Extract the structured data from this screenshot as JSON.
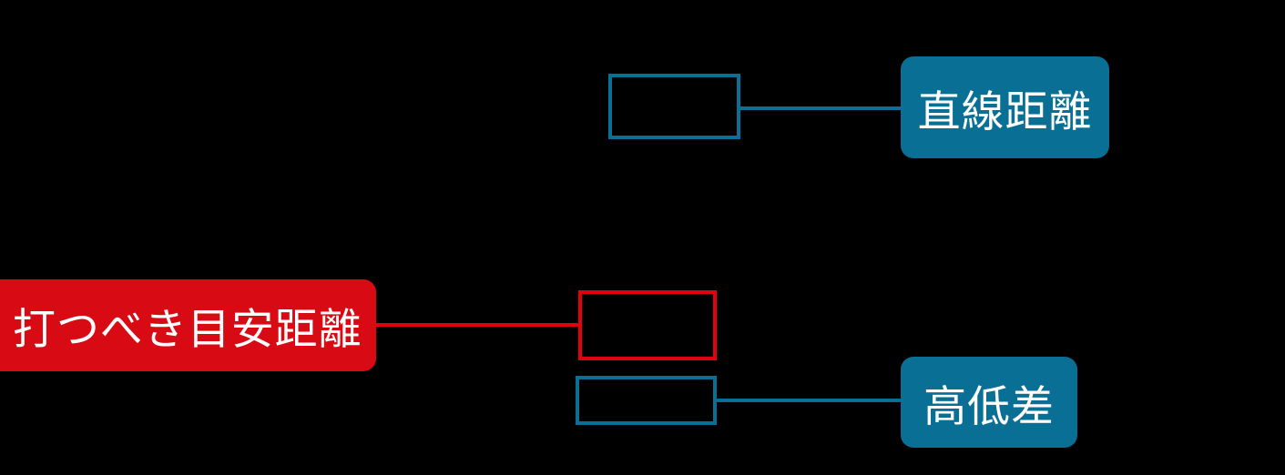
{
  "diagram": {
    "background_color": "#000000",
    "root": {
      "label": "打つべき目安距離",
      "color": "#d80a13",
      "text_color": "#ffffff"
    },
    "slots": [
      {
        "name": "slot-top",
        "label": "",
        "border_color": "#0a6f94"
      },
      {
        "name": "slot-mid",
        "label": "",
        "border_color": "#e3000f"
      },
      {
        "name": "slot-bottom",
        "label": "",
        "border_color": "#0a6f94"
      }
    ],
    "branches": [
      {
        "label": "直線距離",
        "color": "#0a6f94",
        "text_color": "#ffffff"
      },
      {
        "label": "高低差",
        "color": "#0a6f94",
        "text_color": "#ffffff"
      }
    ],
    "connectors": [
      {
        "name": "link-root-mid",
        "color": "#e3000f"
      },
      {
        "name": "link-top",
        "color": "#0a6f94"
      },
      {
        "name": "link-bottom",
        "color": "#0a6f94"
      }
    ]
  }
}
